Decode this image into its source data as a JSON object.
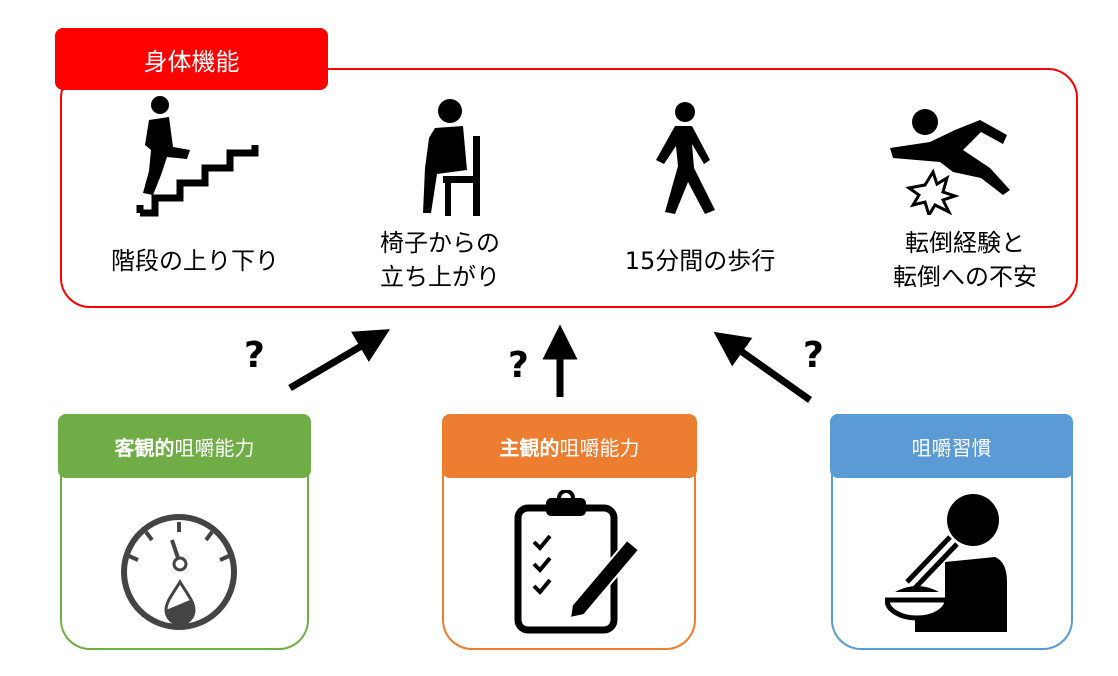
{
  "physical": {
    "title": "身体機能",
    "items": [
      {
        "icon": "stairs-climbing-icon",
        "lines": [
          "階段の上り下り"
        ]
      },
      {
        "icon": "sitting-chair-icon",
        "lines": [
          "椅子からの",
          "立ち上がり"
        ]
      },
      {
        "icon": "walking-person-icon",
        "lines": [
          "15分間の歩行"
        ]
      },
      {
        "icon": "falling-person-icon",
        "lines": [
          "転倒経験と",
          "転倒への不安"
        ]
      }
    ]
  },
  "question_mark": "?",
  "factors": [
    {
      "title_bold": "客観的",
      "title_rest": "咀嚼能力",
      "color": "#70AD47",
      "icon": "gauge-icon"
    },
    {
      "title_bold": "主観的",
      "title_rest": "咀嚼能力",
      "color": "#ED7D31",
      "icon": "clipboard-checklist-icon"
    },
    {
      "title_bold": "",
      "title_rest": "咀嚼習慣",
      "color": "#5B9BD5",
      "icon": "person-eating-icon"
    }
  ]
}
